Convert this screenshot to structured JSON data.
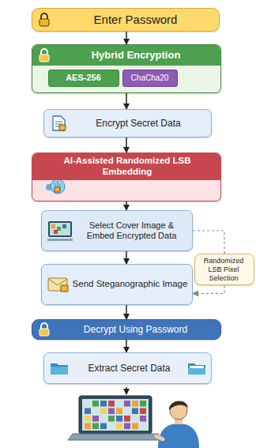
{
  "diagram": {
    "nodes": [
      {
        "text": [
          "Enter Password"
        ]
      },
      {
        "text": [
          "Hybrid Encryption"
        ]
      },
      {
        "text": [
          "AES-256"
        ],
        "in": 1
      },
      {
        "text": [
          "ChaCha20"
        ],
        "in": 1
      },
      {
        "text": [
          "Encrypt Secret Data"
        ]
      },
      {
        "text": [
          "AI-Assisted Randomized LSB Embedding"
        ]
      },
      {
        "text": [
          "Select Cover Image & Embed Encrypted Data"
        ]
      },
      {
        "text": [
          "Randomized LSB Pixel Selection"
        ]
      },
      {
        "text": [
          "Send Steganographic Image"
        ]
      },
      {
        "text": [
          "Decrypt Using Password"
        ]
      },
      {
        "text": [
          "Extract Secret Data"
        ]
      }
    ],
    "edges": [
      {
        "from": 0,
        "to": 1,
        "arrow": "to"
      },
      {
        "from": 1,
        "to": 4,
        "arrow": "to"
      },
      {
        "from": 4,
        "to": 5,
        "arrow": "to"
      },
      {
        "from": 5,
        "to": 6,
        "arrow": "to"
      },
      {
        "from": 6,
        "to": 8,
        "arrow": "to"
      },
      {
        "from": 6,
        "to": 7,
        "arrow": "none"
      },
      {
        "from": 7,
        "to": 8,
        "arrow": "to"
      },
      {
        "from": 8,
        "to": 9,
        "arrow": "to"
      },
      {
        "from": 9,
        "to": 10,
        "arrow": "to"
      }
    ]
  }
}
